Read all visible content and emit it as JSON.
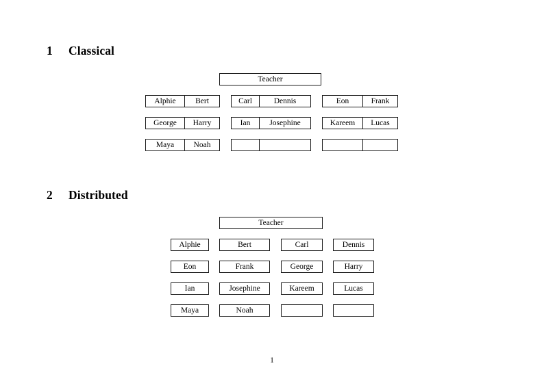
{
  "document": {
    "page_number": "1"
  },
  "sections": [
    {
      "number": "1",
      "title": "Classical",
      "teacher_label": "Teacher",
      "layout": "grouped",
      "groups": [
        {
          "rows": [
            [
              "Alphie",
              "Bert"
            ],
            [
              "George",
              "Harry"
            ],
            [
              "Maya",
              "Noah"
            ]
          ]
        },
        {
          "rows": [
            [
              "Carl",
              "Dennis"
            ],
            [
              "Ian",
              "Josephine"
            ],
            [
              "",
              ""
            ]
          ]
        },
        {
          "rows": [
            [
              "Eon",
              "Frank"
            ],
            [
              "Kareem",
              "Lucas"
            ],
            [
              "",
              ""
            ]
          ]
        }
      ]
    },
    {
      "number": "2",
      "title": "Distributed",
      "teacher_label": "Teacher",
      "layout": "separate",
      "rows": [
        [
          "Alphie",
          "Bert",
          "Carl",
          "Dennis"
        ],
        [
          "Eon",
          "Frank",
          "George",
          "Harry"
        ],
        [
          "Ian",
          "Josephine",
          "Kareem",
          "Lucas"
        ],
        [
          "Maya",
          "Noah",
          "",
          ""
        ]
      ]
    }
  ],
  "colors": {
    "page_background": "#ffffff",
    "text": "#000000",
    "border": "#1a1a1a"
  }
}
